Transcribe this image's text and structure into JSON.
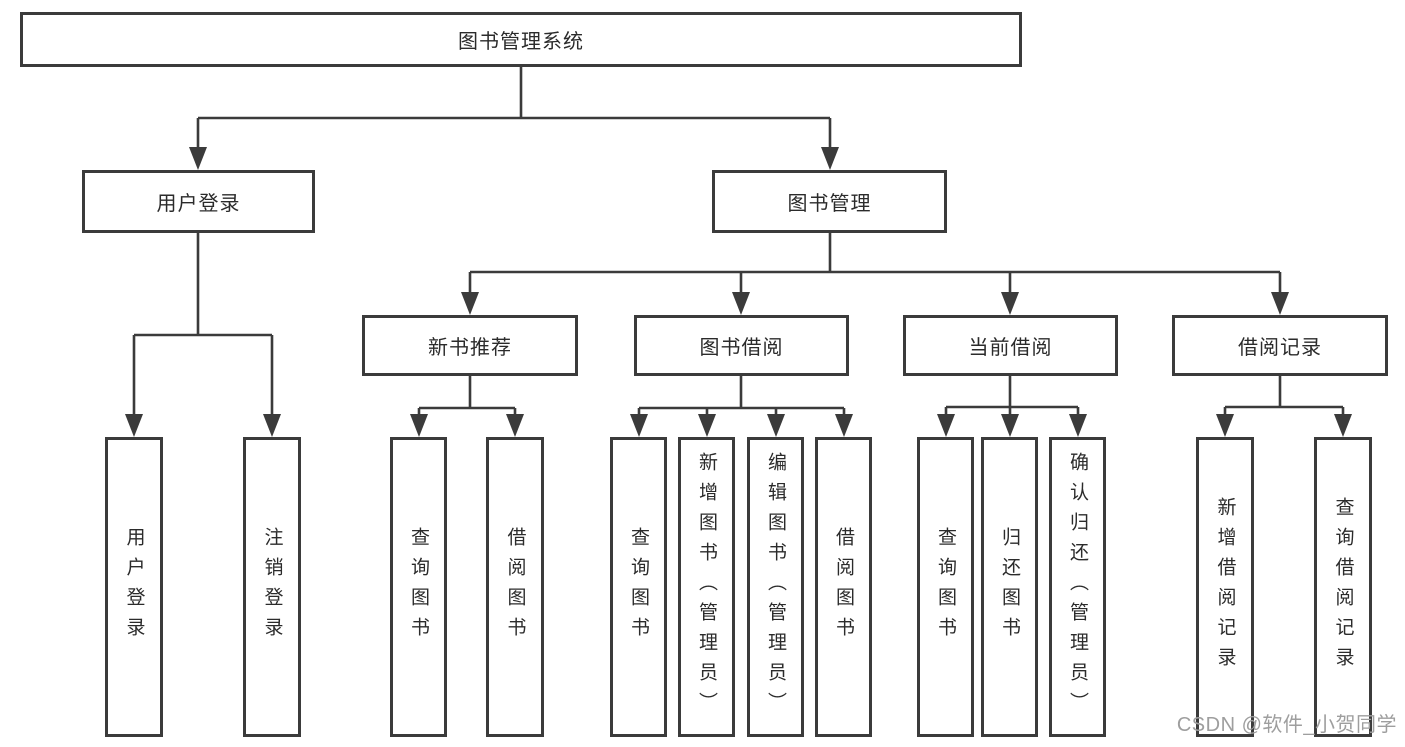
{
  "diagram": {
    "title": "图书管理系统",
    "watermark": "CSDN @软件_小贺同学",
    "colors": {
      "line": "#3b3b3b",
      "text": "#2b2b2b",
      "watermark": "#9e9e9e",
      "background": "#ffffff"
    },
    "nodes": {
      "root": {
        "label": "图书管理系统"
      },
      "user_login": {
        "label": "用户登录"
      },
      "book_mgmt": {
        "label": "图书管理"
      },
      "new_books": {
        "label": "新书推荐"
      },
      "book_borrow": {
        "label": "图书借阅"
      },
      "current_borrow": {
        "label": "当前借阅"
      },
      "borrow_records": {
        "label": "借阅记录"
      },
      "leaf_login": {
        "label": "用户登录"
      },
      "leaf_logout": {
        "label": "注销登录"
      },
      "leaf_nb_query": {
        "label": "查询图书"
      },
      "leaf_nb_borrow": {
        "label": "借阅图书"
      },
      "leaf_bb_query": {
        "label": "查询图书"
      },
      "leaf_bb_add": {
        "label": "新增图书（管理员）"
      },
      "leaf_bb_edit": {
        "label": "编辑图书（管理员）"
      },
      "leaf_bb_borrow": {
        "label": "借阅图书"
      },
      "leaf_cb_query": {
        "label": "查询图书"
      },
      "leaf_cb_return": {
        "label": "归还图书"
      },
      "leaf_cb_confirm": {
        "label": "确认归还（管理员）"
      },
      "leaf_br_add": {
        "label": "新增借阅记录"
      },
      "leaf_br_query": {
        "label": "查询借阅记录"
      }
    }
  }
}
